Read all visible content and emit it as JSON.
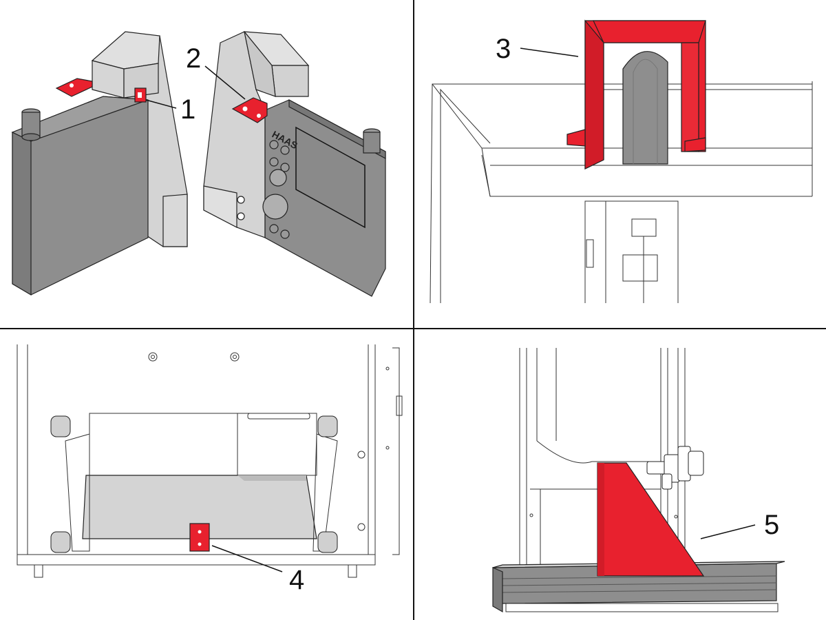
{
  "figure": {
    "panels": [
      {
        "id": "top-left",
        "callouts": [
          "1",
          "2"
        ]
      },
      {
        "id": "top-right",
        "callouts": [
          "3"
        ]
      },
      {
        "id": "bottom-left",
        "callouts": [
          "4"
        ]
      },
      {
        "id": "bottom-right",
        "callouts": [
          "5"
        ]
      }
    ],
    "callouts": {
      "c1": "1",
      "c2": "2",
      "c3": "3",
      "c4": "4",
      "c5": "5"
    },
    "colors": {
      "highlight": "#e8212e",
      "dark_gray": "#8e8e8e",
      "light_gray": "#d4d4d4",
      "mid_gray": "#b8b8b8",
      "divider": "#111111"
    },
    "pendant_logo": "HAAS"
  }
}
